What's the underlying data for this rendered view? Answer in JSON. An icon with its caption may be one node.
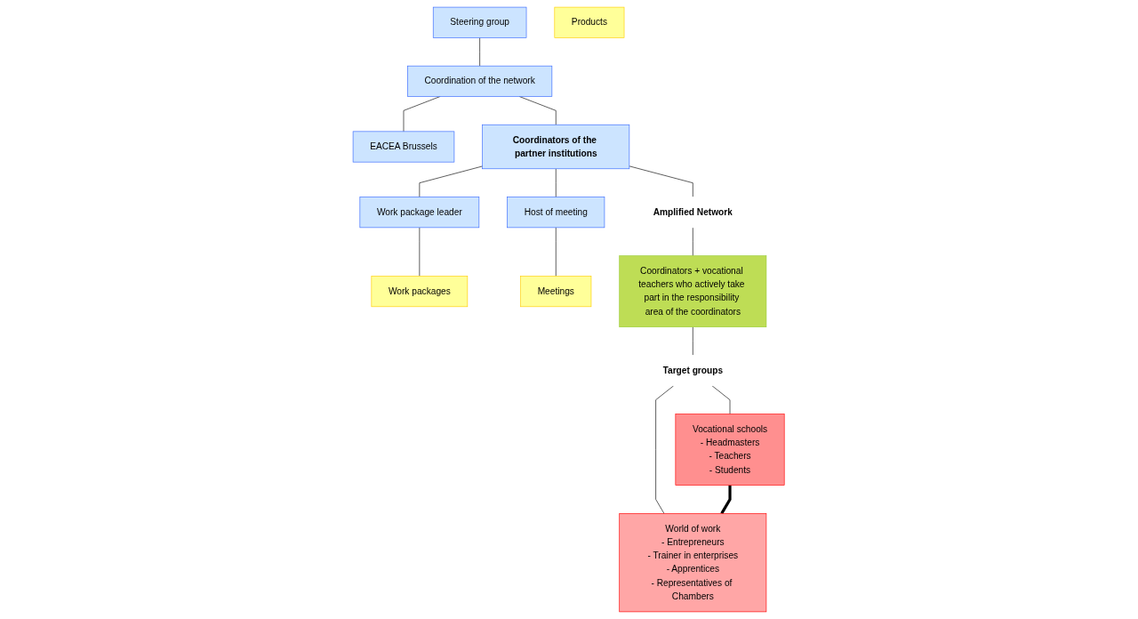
{
  "diagram": {
    "nodes": [
      {
        "text": [
          "Steering group"
        ]
      },
      {
        "text": [
          "Coordination of the network"
        ]
      },
      {
        "text": [
          "EACEA Brussels"
        ]
      },
      {
        "text": [
          "Coordinators of the partner institutions"
        ]
      },
      {
        "text": [
          "Work package leader"
        ]
      },
      {
        "text": [
          "Host of meeting"
        ]
      },
      {
        "text": [
          "Work packages"
        ]
      },
      {
        "text": [
          "Products"
        ]
      },
      {
        "text": [
          "Meetings"
        ]
      },
      {
        "text": [
          "Amplified Network"
        ]
      },
      {
        "text": [
          "Coordinators + vocational teachers who actively take part in the responsibility area of the coordinators"
        ]
      },
      {
        "text": [
          "Target groups"
        ]
      },
      {
        "text": [
          "Vocational schools",
          "- Headmasters",
          "- Teachers",
          "- Students"
        ]
      },
      {
        "text": [
          "World of work",
          "- Entrepreneurs",
          "- Trainer in enterprises",
          "- Apprentices",
          "- Representatives of Chambers"
        ]
      }
    ],
    "edges": [
      {
        "from": 0,
        "to": 1,
        "arrow": "none"
      },
      {
        "from": 1,
        "to": 2,
        "arrow": "none"
      },
      {
        "from": 1,
        "to": 3,
        "arrow": "none"
      },
      {
        "from": 3,
        "to": 4,
        "arrow": "none"
      },
      {
        "from": 3,
        "to": 5,
        "arrow": "none"
      },
      {
        "from": 4,
        "to": 6,
        "arrow": "none"
      },
      {
        "from": 5,
        "to": 8,
        "arrow": "none"
      },
      {
        "from": 3,
        "to": 9,
        "arrow": "none"
      },
      {
        "from": 9,
        "to": 10,
        "arrow": "none"
      },
      {
        "from": 10,
        "to": 11,
        "arrow": "none"
      },
      {
        "from": 11,
        "to": 12,
        "arrow": "none"
      },
      {
        "from": 11,
        "to": 13,
        "arrow": "none"
      },
      {
        "from": 12,
        "to": 13,
        "arrow": "none",
        "style": "thick"
      }
    ]
  }
}
